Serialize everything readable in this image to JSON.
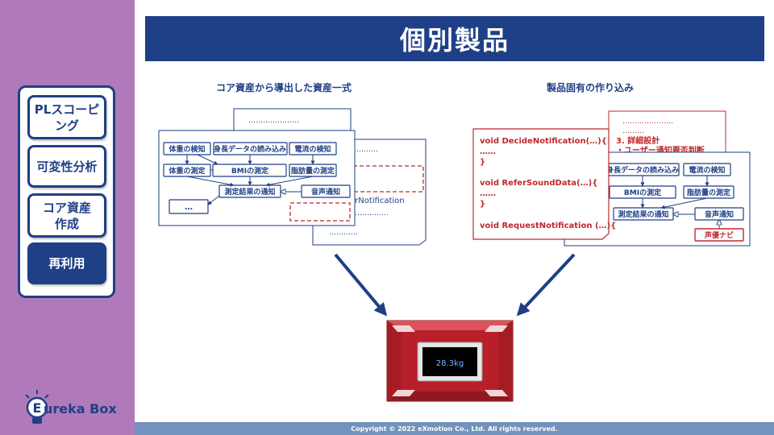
{
  "title": "個別製品",
  "sidebar": {
    "items": [
      {
        "label_line1": "PLスコーピ",
        "label_line2": "ング"
      },
      {
        "label_line1": "可変性分析",
        "label_line2": ""
      },
      {
        "label_line1": "コア資産",
        "label_line2": "作成"
      },
      {
        "label_line1": "再利用",
        "label_line2": ""
      }
    ],
    "logo_text": "ureka Box",
    "logo_letter": "E"
  },
  "left_section": {
    "heading": "コア資産から導出した資産一式",
    "dots_top": "…………………",
    "dots_right1": "………",
    "right_text": "erNotification",
    "dots_right2": "……………",
    "dots_right3": "…………",
    "nodes": {
      "weight_detect": "体重の検知",
      "height_read": "身長データの読み込み",
      "current_detect": "電流の検知",
      "weight_measure": "体重の測定",
      "bmi_measure": "BMIの測定",
      "fat_measure": "脂肪量の測定",
      "result_notify": "測定結果の通知",
      "voice_notify": "音声通知",
      "ellipsis": "…"
    }
  },
  "right_section": {
    "heading": "製品固有の作り込み",
    "doc_dots1": "…………………",
    "doc_dots2": "………",
    "doc_heading": "3. 詳細設計",
    "doc_sub": "・ユーザー通知要否判断",
    "code_lines": [
      "void DecideNotification(…){",
      "  ……",
      "}",
      "void ReferSoundData(…){",
      "  ……",
      "}",
      "void RequestNotification (…){"
    ],
    "nodes": {
      "height_read": "身長データの読み込み",
      "current_detect": "電流の検知",
      "bmi_measure": "BMIの測定",
      "fat_measure": "脂肪量の測定",
      "result_notify": "測定結果の通知",
      "voice_notify": "音声通知",
      "voice_navi": "声優ナビ"
    }
  },
  "device": {
    "display": "28.3kg"
  },
  "footer": "Copyright © 2022 eXmotion Co., Ltd. All rights reserved.",
  "colors": {
    "navy": "#1f3f86",
    "purple": "#b07aba",
    "red": "#c0282d",
    "footer": "#7193bd"
  }
}
